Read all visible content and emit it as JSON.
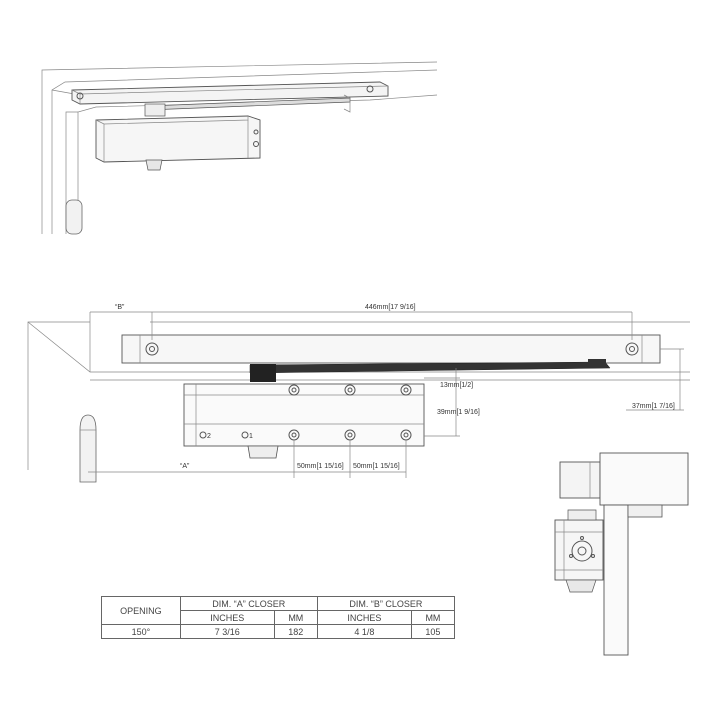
{
  "dimensions": {
    "b_label": "“B”",
    "a_label": "“A”",
    "rail_length": "446mm[17 9/16]",
    "arm_offset": "13mm[1/2]",
    "body_height": "39mm[1 9/16]",
    "rail_depth": "37mm[1 7/16]",
    "hole_spacing_1": "50mm[1 15/16]",
    "hole_spacing_2": "50mm[1 15/16]",
    "screw_1": "1",
    "screw_2": "2"
  },
  "table": {
    "header_opening": "OPENING",
    "header_a": "DIM. “A” CLOSER",
    "header_b": "DIM. “B” CLOSER",
    "sub_inches_a": "INCHES",
    "sub_mm_a": "MM",
    "sub_inches_b": "INCHES",
    "sub_mm_b": "MM",
    "rows": [
      {
        "opening": "150°",
        "a_inches": "7 3/16",
        "a_mm": "182",
        "b_inches": "4 1/8",
        "b_mm": "105"
      }
    ]
  }
}
